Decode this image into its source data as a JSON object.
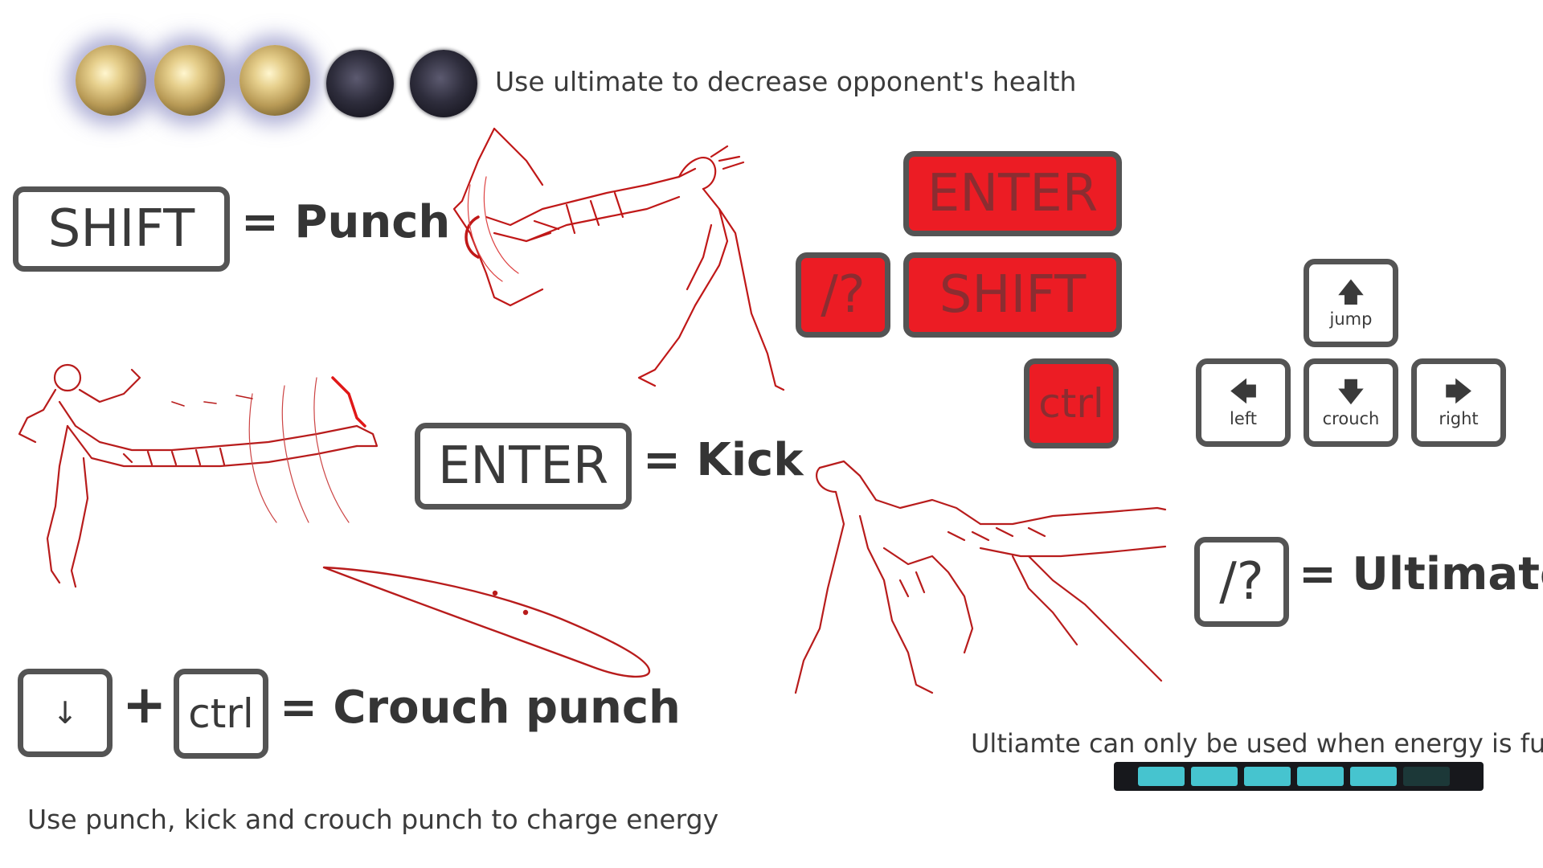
{
  "health": {
    "caption": "Use ultimate to decrease opponent's health",
    "orbs": [
      "full",
      "full",
      "full",
      "empty",
      "empty"
    ]
  },
  "controls": {
    "punch": {
      "key": "SHIFT",
      "label": "= Punch"
    },
    "kick": {
      "key": "ENTER",
      "label": "= Kick"
    },
    "crouch_punch": {
      "key_arrow": "↓",
      "plus": "+",
      "key_ctrl": "ctrl",
      "label": "= Crouch punch"
    },
    "ultimate": {
      "key": "/?",
      "label": "= Ultimate"
    }
  },
  "highlighted_keys": {
    "enter": "ENTER",
    "slash": "/?",
    "shift": "SHIFT",
    "ctrl": "ctrl"
  },
  "arrow_keys": {
    "up": {
      "glyph": "🡅",
      "label": "jump"
    },
    "left": {
      "glyph": "🡄",
      "label": "left"
    },
    "down": {
      "glyph": "🡇",
      "label": "crouch"
    },
    "right": {
      "glyph": "🡆",
      "label": "right"
    }
  },
  "energy": {
    "caption": "Ultiamte can only be used when energy is full",
    "segments_total": 6,
    "segments_filled": 5
  },
  "footer": {
    "caption": "Use punch, kick and crouch punch to charge energy"
  },
  "colors": {
    "accent_red": "#ec1c24",
    "key_border": "#545454",
    "energy_on": "#46c4cf",
    "energy_off": "#1c3838",
    "sketch_red": "#b81c1c"
  }
}
